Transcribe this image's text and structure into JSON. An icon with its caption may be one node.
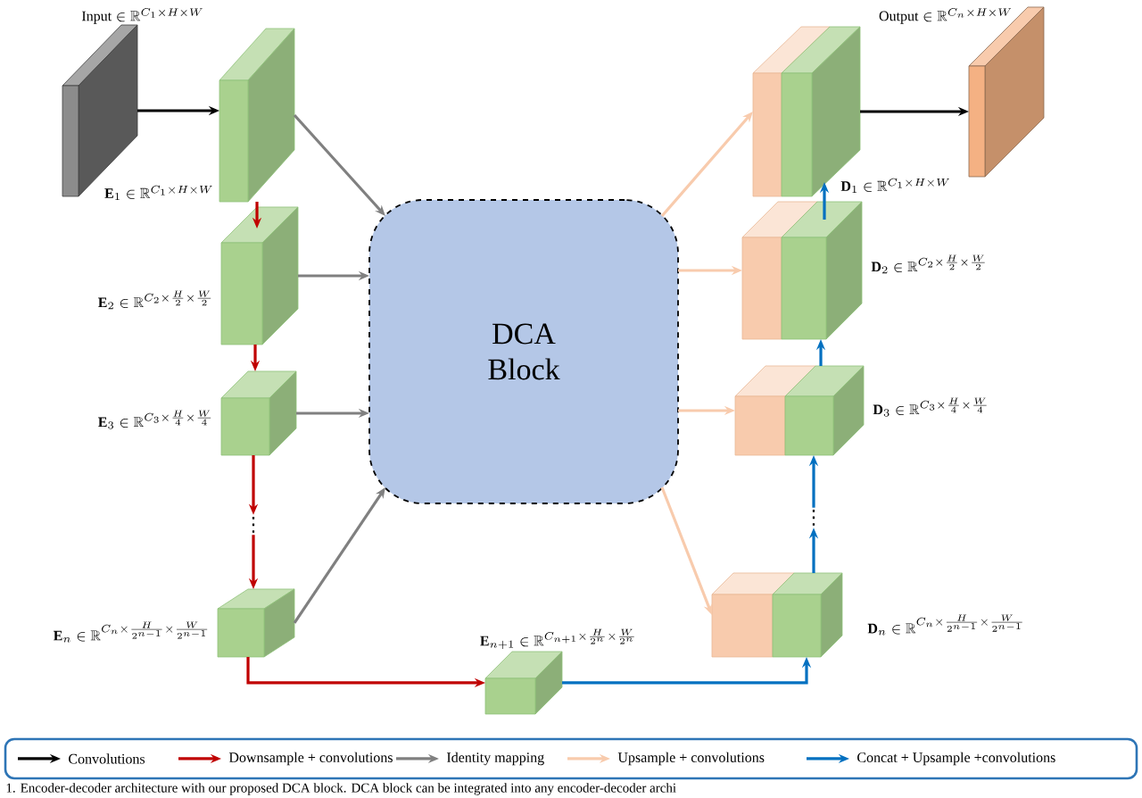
{
  "diagram": {
    "caption": "1. Encoder-decoder architecture with our proposed DCA block. DCA block can be integrated into any encoder-decoder archi",
    "nodes": [
      {
        "text": [],
        "shape": "box",
        "beside": [
          "\\text{Input} \\in \\mathbb{R}^{C_1\\times H\\times W}"
        ]
      },
      {
        "text": [],
        "shape": "box",
        "beside": [
          "\\mathbf{E}_1 \\in \\mathbb{R}^{C_1\\times H\\times W}"
        ]
      },
      {
        "text": [],
        "shape": "box",
        "beside": [
          "\\mathbf{E}_2 \\in \\mathbb{R}^{C_2\\times\\frac{H}{2}\\times\\frac{W}{2}}"
        ]
      },
      {
        "text": [],
        "shape": "box",
        "beside": [
          "\\mathbf{E}_3 \\in \\mathbb{R}^{C_3\\times\\frac{H}{4}\\times\\frac{W}{4}}"
        ]
      },
      {
        "text": [],
        "shape": "box",
        "beside": [
          "\\mathbf{E}_n \\in \\mathbb{R}^{C_n\\times\\frac{H}{2^{n-1}}\\times\\frac{W}{2^{n-1}}}"
        ]
      },
      {
        "text": [],
        "shape": "box",
        "beside": [
          "\\mathbf{E}_{n+1} \\in \\mathbb{R}^{C_{n+1}\\times\\frac{H}{2^n}\\times\\frac{W}{2^n}}"
        ]
      },
      {
        "text": [
          "DCA Block"
        ]
      },
      {
        "text": [],
        "shape": "box",
        "beside": [
          "\\mathbf{D}_1 \\in \\mathbb{R}^{C_1\\times H\\times W}"
        ]
      },
      {
        "text": [],
        "shape": "box",
        "beside": [
          "\\mathbf{D}_2 \\in \\mathbb{R}^{C_2\\times\\frac{H}{2}\\times\\frac{W}{2}}"
        ]
      },
      {
        "text": [],
        "shape": "box",
        "beside": [
          "\\mathbf{D}_3 \\in \\mathbb{R}^{C_3\\times\\frac{H}{4}\\times\\frac{W}{4}}"
        ]
      },
      {
        "text": [],
        "shape": "box",
        "beside": [
          "\\mathbf{D}_n \\in \\mathbb{R}^{C_n\\times\\frac{H}{2^{n-1}}\\times\\frac{W}{2^{n-1}}}"
        ]
      },
      {
        "text": [],
        "shape": "box",
        "beside": [
          "\\text{Output} \\in \\mathbb{R}^{C_n\\times H\\times W}"
        ]
      },
      {
        "text": [
          "⋮"
        ]
      },
      {
        "text": [
          "⋮"
        ]
      }
    ],
    "edges": [
      {
        "from": 0,
        "to": 1,
        "arrow": "to",
        "color": "#000000"
      },
      {
        "from": 1,
        "to": 2,
        "arrow": "to",
        "color": "#c00000"
      },
      {
        "from": 2,
        "to": 3,
        "arrow": "to",
        "color": "#c00000"
      },
      {
        "from": 3,
        "to": 12,
        "arrow": "to",
        "color": "#c00000"
      },
      {
        "from": 12,
        "to": 4,
        "arrow": "to",
        "color": "#c00000"
      },
      {
        "from": 4,
        "to": 5,
        "arrow": "to",
        "color": "#c00000"
      },
      {
        "from": 1,
        "to": 6,
        "arrow": "to",
        "color": "#808080"
      },
      {
        "from": 2,
        "to": 6,
        "arrow": "to",
        "color": "#808080"
      },
      {
        "from": 3,
        "to": 6,
        "arrow": "to",
        "color": "#808080"
      },
      {
        "from": 4,
        "to": 6,
        "arrow": "to",
        "color": "#808080"
      },
      {
        "from": 6,
        "to": 7,
        "arrow": "to",
        "color": "#f8cbad"
      },
      {
        "from": 6,
        "to": 8,
        "arrow": "to",
        "color": "#f8cbad"
      },
      {
        "from": 6,
        "to": 9,
        "arrow": "to",
        "color": "#f8cbad"
      },
      {
        "from": 6,
        "to": 10,
        "arrow": "to",
        "color": "#f8cbad"
      },
      {
        "from": 5,
        "to": 10,
        "arrow": "to",
        "color": "#0070c0"
      },
      {
        "from": 10,
        "to": 13,
        "arrow": "to",
        "color": "#0070c0"
      },
      {
        "from": 13,
        "to": 9,
        "arrow": "to",
        "color": "#0070c0"
      },
      {
        "from": 9,
        "to": 8,
        "arrow": "to",
        "color": "#0070c0"
      },
      {
        "from": 8,
        "to": 7,
        "arrow": "to",
        "color": "#0070c0"
      },
      {
        "from": 7,
        "to": 11,
        "arrow": "to",
        "color": "#000000"
      }
    ],
    "legend": [
      {
        "text": "Convolutions"
      },
      {
        "text": "Downsample + convolutions"
      },
      {
        "text": "Identity mapping"
      },
      {
        "text": "Upsample + convolutions"
      },
      {
        "text": "Concat + Upsample +convolutions"
      }
    ]
  }
}
